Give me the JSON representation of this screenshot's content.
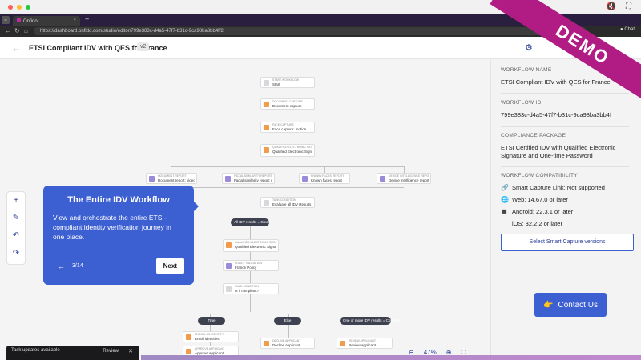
{
  "browser": {
    "tab_title": "Onfido",
    "url": "https://dashboard.onfido.com/studio/editor/799e383c-d4a5-47f7-b31c-9ca98ba3bb4f/2",
    "chat_label": "Chat",
    "new_tab": "+",
    "tab_close": "×"
  },
  "header": {
    "back": "←",
    "title": "ETSI Compliant IDV with QES for France",
    "version": "v2",
    "settings_icon": "⚙"
  },
  "canvas": {
    "nodes": [
      {
        "type": "Start workflow",
        "label": "Start"
      },
      {
        "type": "Document capture",
        "label": "Document capture"
      },
      {
        "type": "Face capture",
        "label": "Face capture: motion"
      },
      {
        "type": "Qualified electronic signature",
        "label": "Qualified Electronic Signature capture"
      },
      {
        "type": "Document report",
        "label": "Document report: video"
      },
      {
        "type": "Facial similarity report",
        "label": "Facial similarity report: motion"
      },
      {
        "type": "Known faces report",
        "label": "Known faces report"
      },
      {
        "type": "Device intelligence report",
        "label": "Device intelligence report"
      },
      {
        "type": "Task condition",
        "label": "Evaluate all IDV Results"
      },
      {
        "type": "Qualified electronic signature",
        "label": "Qualified Electronic Signature"
      },
      {
        "type": "Policy validation",
        "label": "France Policy"
      },
      {
        "type": "Rule condition",
        "label": "Is it compliant?"
      },
      {
        "type": "Enroll as identity",
        "label": "Enroll identities"
      },
      {
        "type": "Approve applicant",
        "label": "Approve applicant"
      },
      {
        "type": "Decline applicant",
        "label": "Decline applicant"
      },
      {
        "type": "Review applicant",
        "label": "Review applicant"
      }
    ],
    "branches": [
      "All IDV results = Clear",
      "True",
      "Else",
      "One or more IDV results = Consider"
    ],
    "tools": [
      "+",
      "✎",
      "↶",
      "↷"
    ],
    "zoom": {
      "minus": "⊖",
      "level": "47%",
      "plus": "⊕",
      "fit": "⛶"
    }
  },
  "tour": {
    "title": "The Entire IDV Workflow",
    "body": "View and orchestrate the entire ETSI-compliant identity verification journey in one place.",
    "back": "←",
    "step": "3/14",
    "next": "Next"
  },
  "panel": {
    "workflow_name_label": "WORKFLOW NAME",
    "workflow_name": "ETSI Compliant IDV with QES for France",
    "workflow_id_label": "WORKFLOW ID",
    "workflow_id": "799e383c-d4a5-47f7-b31c-9ca98ba3bb4f",
    "compliance_label": "COMPLIANCE PACKAGE",
    "compliance": "ETSI Certified IDV with Qualified Electronic Signature and One-time Password",
    "compat_label": "WORKFLOW COMPATIBILITY",
    "compat": [
      {
        "icon": "link-icon",
        "glyph": "🔗",
        "text": "Smart Capture Link: Not supported"
      },
      {
        "icon": "globe-icon",
        "glyph": "🌐",
        "text": "Web: 14.67.0 or later"
      },
      {
        "icon": "android-icon",
        "glyph": "▣",
        "text": "Android: 22.3.1 or later"
      },
      {
        "icon": "apple-icon",
        "glyph": "",
        "text": "iOS: 32.2.2 or later"
      }
    ],
    "select_versions": "Select Smart Capture versions"
  },
  "contact": {
    "label": "Contact Us",
    "icon": "👉"
  },
  "toast": {
    "text": "Task updates available",
    "review": "Review",
    "close": "✕"
  },
  "ribbon": {
    "label": "DEMO"
  },
  "colors": {
    "accent": "#3c5fd2",
    "ribbon": "#b01c84",
    "node_orange": "#f29b4b",
    "node_purple": "#9b8ad8"
  }
}
